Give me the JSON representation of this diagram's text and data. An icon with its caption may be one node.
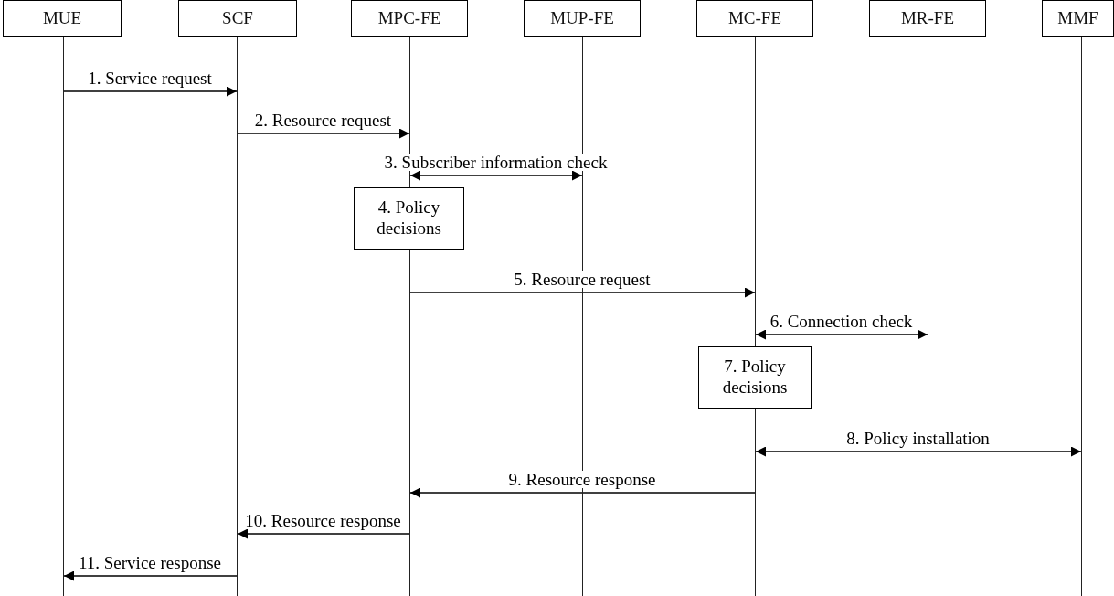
{
  "diagram": {
    "nodes": [
      {
        "text": [
          "MUE"
        ]
      },
      {
        "text": [
          "SCF"
        ]
      },
      {
        "text": [
          "MPC-FE"
        ]
      },
      {
        "text": [
          "MUP-FE"
        ]
      },
      {
        "text": [
          "MC-FE"
        ]
      },
      {
        "text": [
          "MR-FE"
        ]
      },
      {
        "text": [
          "MMF"
        ]
      },
      {
        "text": [],
        "shape": "line"
      },
      {
        "text": [],
        "shape": "line"
      },
      {
        "text": [],
        "shape": "line"
      },
      {
        "text": [],
        "shape": "line"
      },
      {
        "text": [],
        "shape": "line"
      },
      {
        "text": [],
        "shape": "line"
      },
      {
        "text": [],
        "shape": "line"
      },
      {
        "text": [
          "4. Policy decisions"
        ]
      },
      {
        "text": [
          "7. Policy decisions"
        ]
      }
    ],
    "edges": [
      {
        "from": 7,
        "to": 8,
        "arrow": "to",
        "label": "1. Service request"
      },
      {
        "from": 8,
        "to": 9,
        "arrow": "to",
        "label": "2. Resource request"
      },
      {
        "from": 9,
        "to": 10,
        "arrow": "both",
        "label": "3. Subscriber information check"
      },
      {
        "from": 9,
        "to": 11,
        "arrow": "to",
        "label": "5. Resource request"
      },
      {
        "from": 11,
        "to": 12,
        "arrow": "both",
        "label": "6. Connection check"
      },
      {
        "from": 11,
        "to": 13,
        "arrow": "both",
        "label": "8. Policy installation"
      },
      {
        "from": 11,
        "to": 9,
        "arrow": "to",
        "label": "9. Resource response"
      },
      {
        "from": 9,
        "to": 8,
        "arrow": "to",
        "label": "10. Resource response"
      },
      {
        "from": 8,
        "to": 7,
        "arrow": "to",
        "label": "11. Service response"
      }
    ]
  }
}
